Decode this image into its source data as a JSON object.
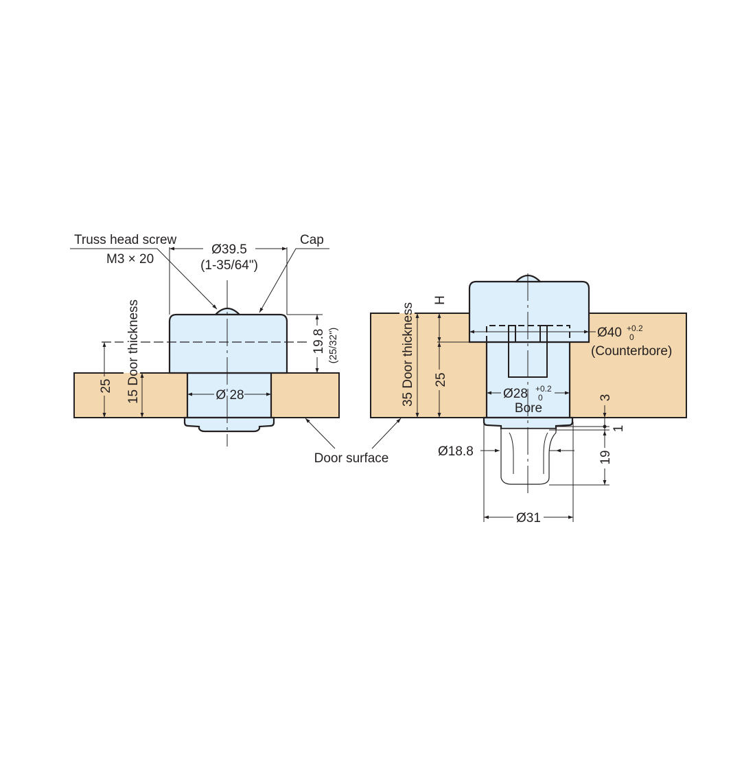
{
  "colors": {
    "wood": "#f3d7ae",
    "part": "#ddeffa",
    "line": "#231f20",
    "background": "#ffffff"
  },
  "left_view": {
    "screw_label": "Truss head screw",
    "screw_spec": "M3 × 20",
    "cap_label": "Cap",
    "cap_diameter": "Ø39.5",
    "cap_diameter_in": "(1-35/64\")",
    "cap_height": "19.8",
    "cap_height_in": "(25/32\")",
    "dim_25": "25",
    "door_thickness": "15 Door thickness",
    "body_diameter": "Ø 28"
  },
  "right_view": {
    "H_label": "H",
    "dim_25": "25",
    "door_thickness": "35 Door thickness",
    "counterbore_diameter": "Ø40",
    "counterbore_tol_upper": "+0.2",
    "counterbore_tol_lower": "0",
    "counterbore_label": "(Counterbore)",
    "bore_diameter": "Ø28",
    "bore_tol_upper": "+0.2",
    "bore_tol_lower": "0",
    "bore_label": "Bore",
    "dim_3": "3",
    "dim_1": "1",
    "dim_19": "19",
    "knob_diameter": "Ø18.8",
    "flange_diameter": "Ø31"
  },
  "shared": {
    "door_surface_label": "Door surface"
  }
}
